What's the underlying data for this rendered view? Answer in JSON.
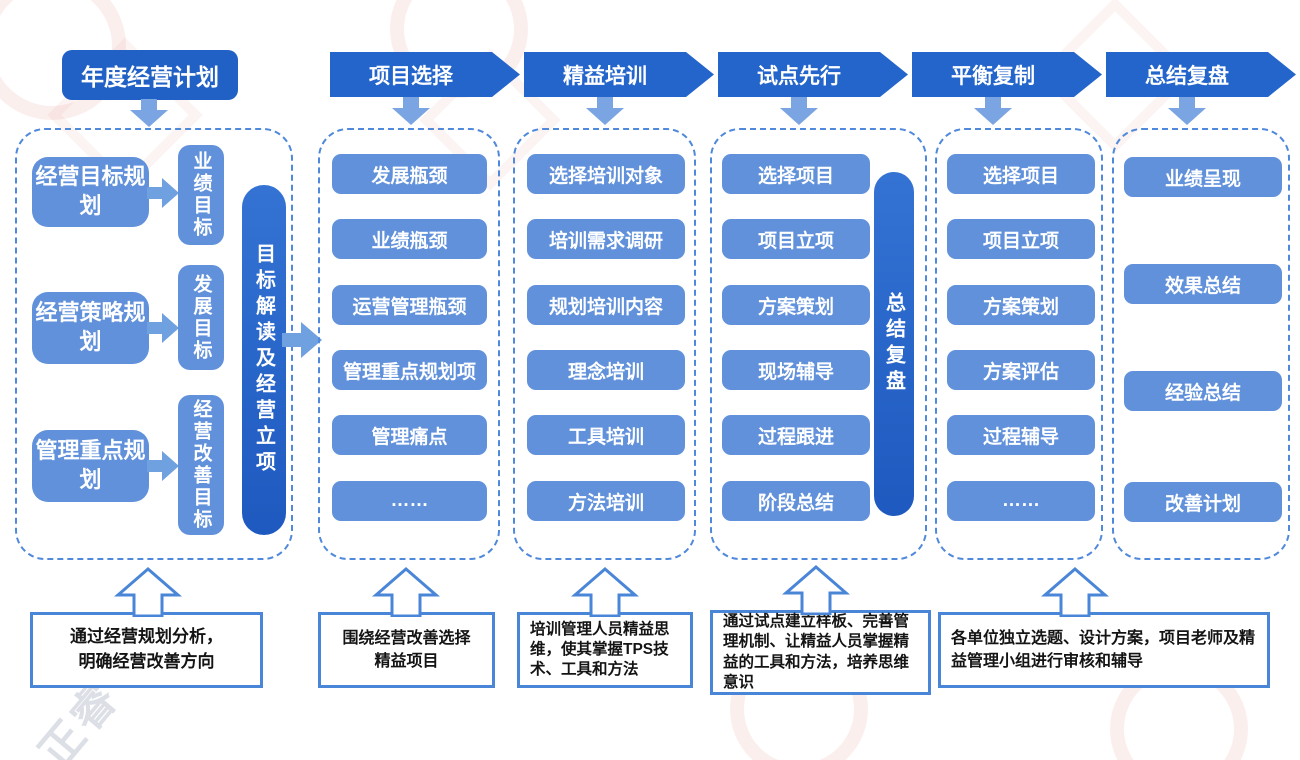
{
  "header": {
    "title": "年度经营计划"
  },
  "stages": [
    {
      "label": "项目选择"
    },
    {
      "label": "精益培训"
    },
    {
      "label": "试点先行"
    },
    {
      "label": "平衡复制"
    },
    {
      "label": "总结复盘"
    }
  ],
  "planning": {
    "rows": [
      {
        "plan": "经营目标规划",
        "goal": "业绩目标"
      },
      {
        "plan": "经营策略规划",
        "goal": "发展目标"
      },
      {
        "plan": "管理重点规划",
        "goal": "经营改善目标"
      }
    ],
    "bar": "目标解读及经营立项"
  },
  "columns": [
    {
      "items": [
        "发展瓶颈",
        "业绩瓶颈",
        "运营管理瓶颈",
        "管理重点规划项",
        "管理痛点",
        "……"
      ]
    },
    {
      "items": [
        "选择培训对象",
        "培训需求调研",
        "规划培训内容",
        "理念培训",
        "工具培训",
        "方法培训"
      ]
    },
    {
      "items": [
        "选择项目",
        "项目立项",
        "方案策划",
        "现场辅导",
        "过程跟进",
        "阶段总结"
      ],
      "bar": "总结复盘"
    },
    {
      "items": [
        "选择项目",
        "项目立项",
        "方案策划",
        "方案评估",
        "过程辅导",
        "……"
      ]
    },
    {
      "items": [
        "业绩呈现",
        "效果总结",
        "经验总结",
        "改善计划"
      ]
    }
  ],
  "notes": [
    "通过经营规划分析，\n明确经营改善方向",
    "围绕经营改善选择\n精益项目",
    "培训管理人员精益思维，使其掌握TPS技术、工具和方法",
    "通过试点建立样板、完善管理机制、让精益人员掌握精益的工具和方法，培养思维意识",
    "各单位独立选题、设计方案，项目老师及精益管理小组进行审核和辅导"
  ],
  "watermark": {
    "text": "正睿"
  },
  "colors": {
    "primary_blue": "#2365CB",
    "light_blue": "#6191DB",
    "bar_gradient_top": "#3473D4",
    "bar_gradient_bottom": "#1E59BF",
    "dashed_border": "#5089DB",
    "note_border": "#4A86D8",
    "block_arrow": "#7BA4E3",
    "note_text": "#141414"
  }
}
